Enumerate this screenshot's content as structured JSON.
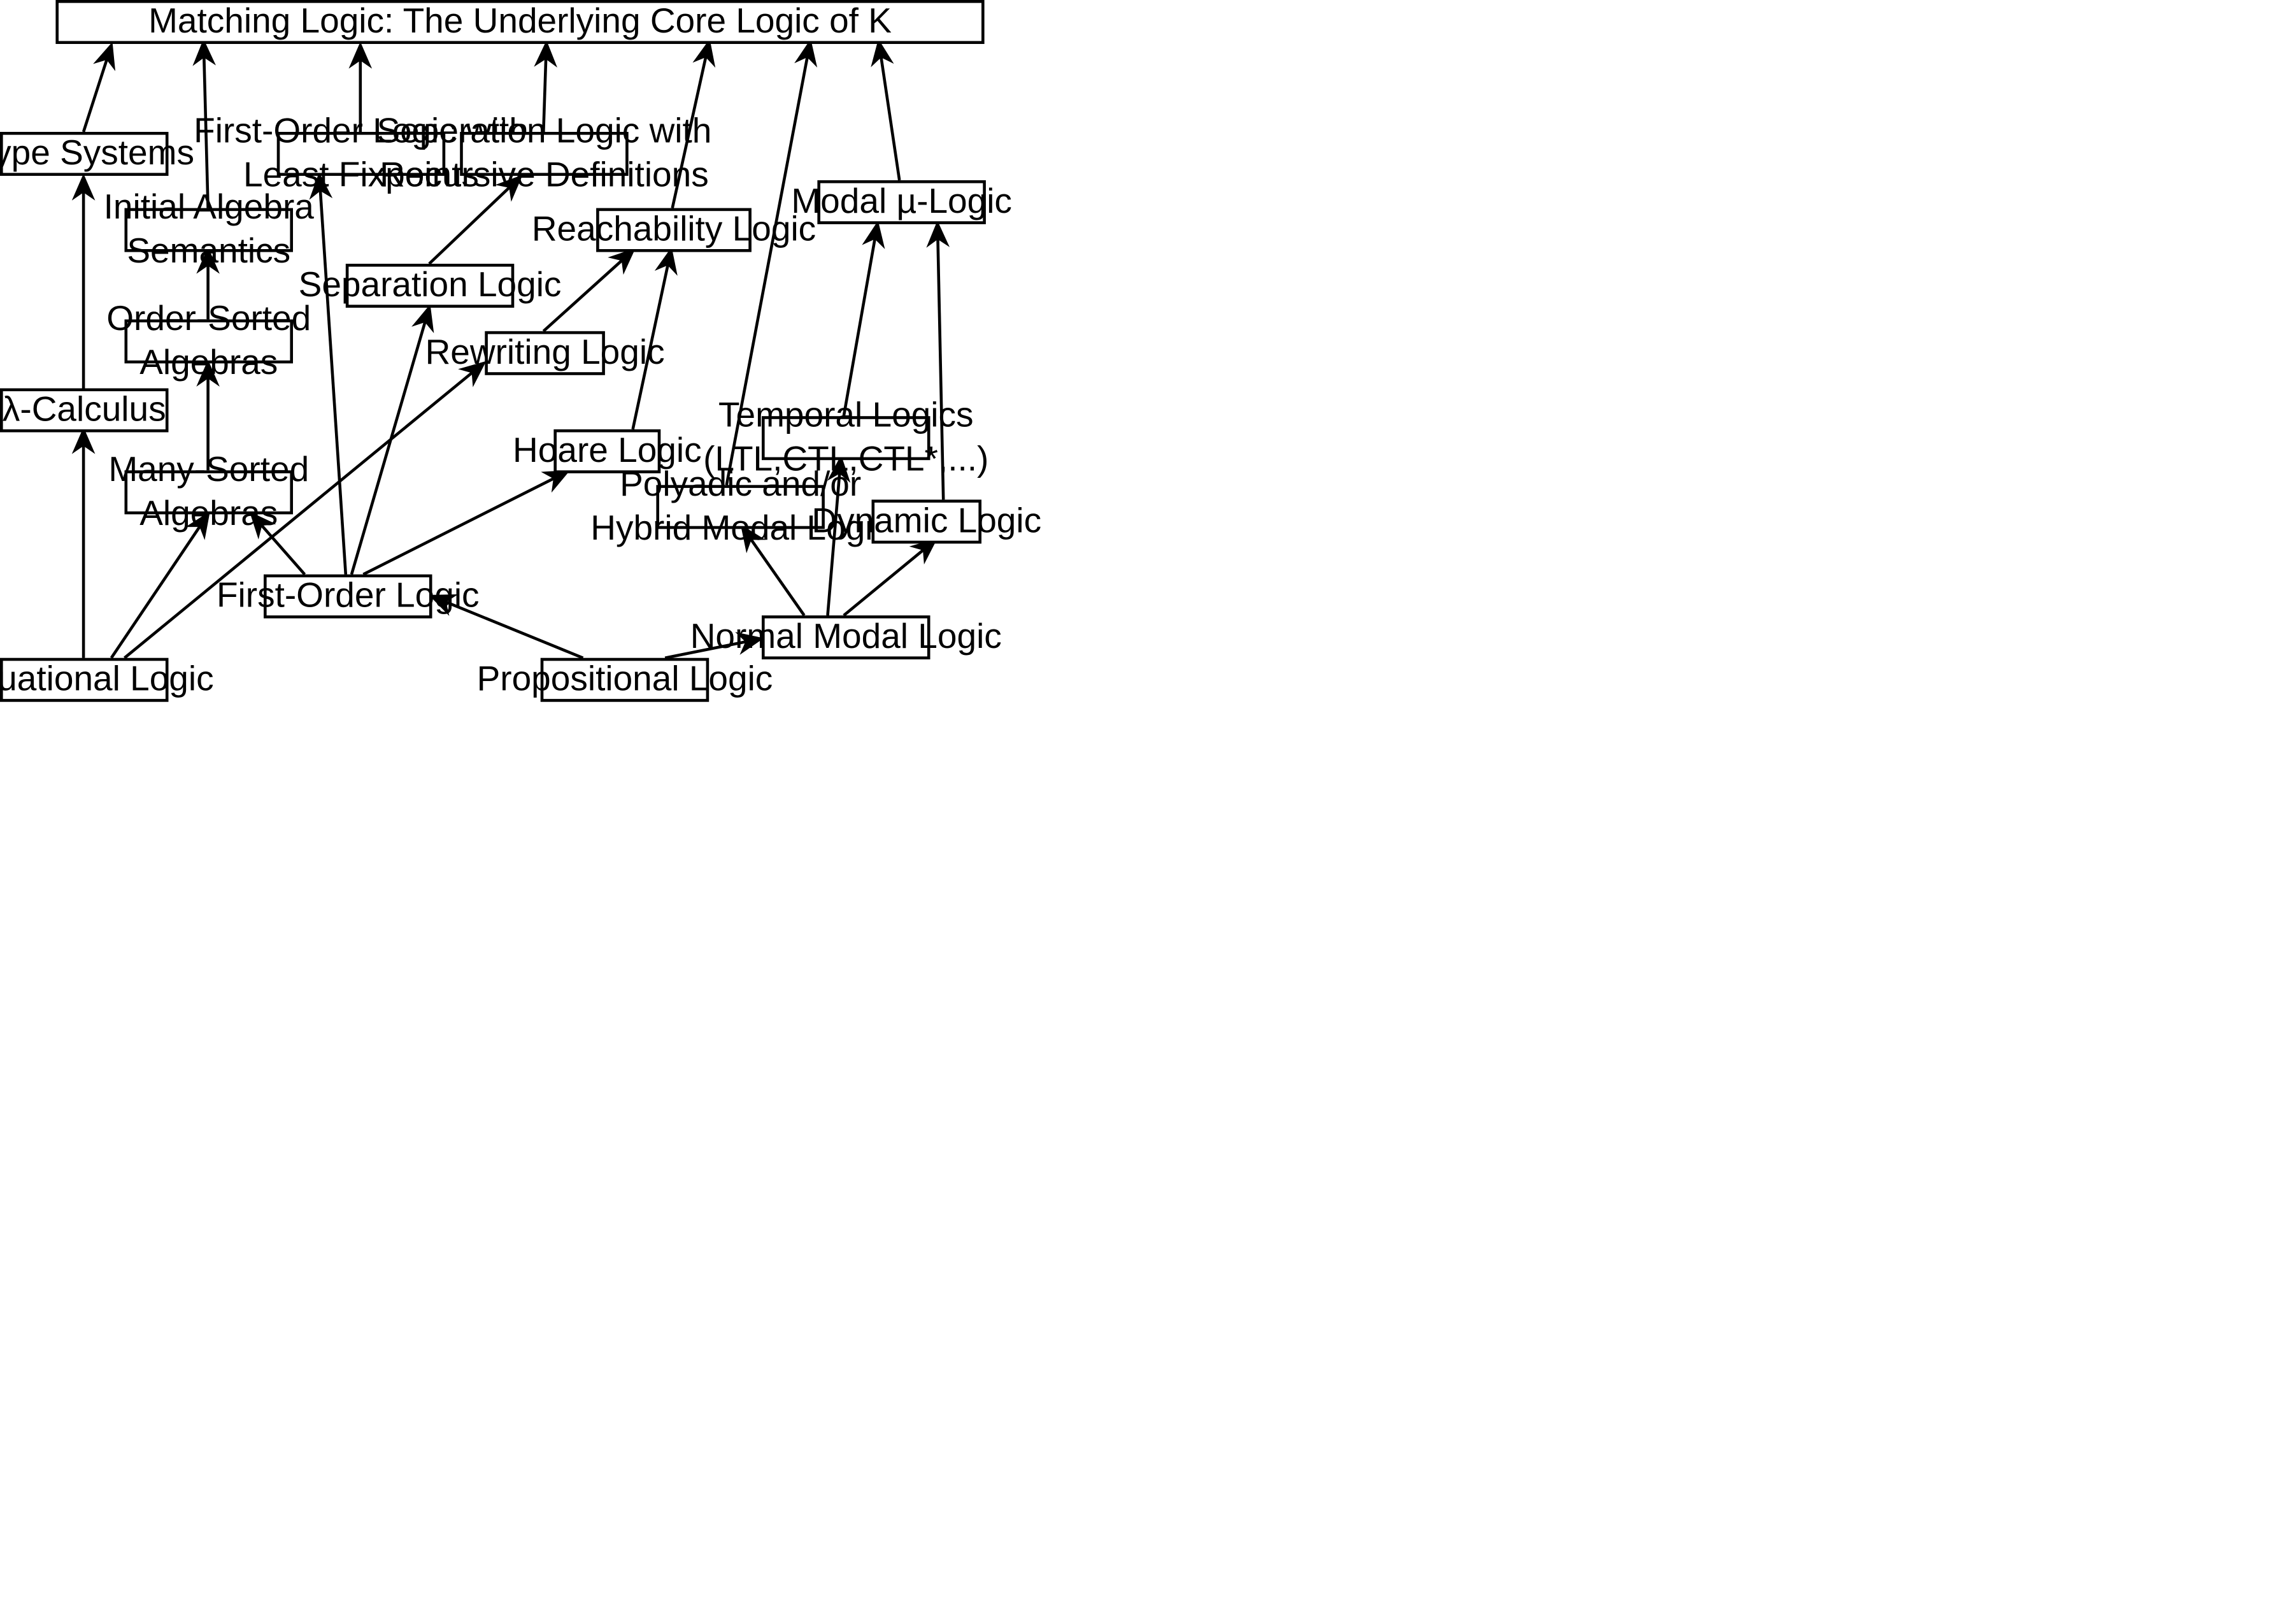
{
  "nodes": [
    {
      "id": "matching",
      "lines": [
        "Matching Logic: The Underlying Core Logic of K"
      ]
    },
    {
      "id": "type_systems",
      "lines": [
        "Type Systems"
      ]
    },
    {
      "id": "fol_lfp",
      "lines": [
        "First-Order Logic with",
        "Least Fixpoints"
      ]
    },
    {
      "id": "sep_rec",
      "lines": [
        "Seperation Logic with",
        "Recursive Definitions"
      ]
    },
    {
      "id": "modal_mu",
      "lines": [
        "Modal µ-Logic"
      ]
    },
    {
      "id": "initial_algebra",
      "lines": [
        "Initial Algebra",
        "Semantics"
      ]
    },
    {
      "id": "reachability",
      "lines": [
        "Reachability Logic"
      ]
    },
    {
      "id": "separation",
      "lines": [
        "Separation Logic"
      ]
    },
    {
      "id": "order_sorted",
      "lines": [
        "Order-Sorted",
        "Algebras"
      ]
    },
    {
      "id": "rewriting",
      "lines": [
        "Rewriting Logic"
      ]
    },
    {
      "id": "lambda",
      "lines": [
        "λ-Calculus"
      ]
    },
    {
      "id": "temporal",
      "lines": [
        "Temporal Logics",
        "(LTL,CTL,CTL*,...)"
      ]
    },
    {
      "id": "hoare",
      "lines": [
        "Hoare Logic"
      ]
    },
    {
      "id": "many_sorted",
      "lines": [
        "Many-Sorted",
        "Algebras"
      ]
    },
    {
      "id": "polyadic",
      "lines": [
        "Polyadic and/or",
        "Hybrid Modal Logic"
      ]
    },
    {
      "id": "dynamic",
      "lines": [
        "Dynamic Logic"
      ]
    },
    {
      "id": "fol",
      "lines": [
        "First-Order Logic"
      ]
    },
    {
      "id": "normal_modal",
      "lines": [
        "Normal Modal Logic"
      ]
    },
    {
      "id": "equational",
      "lines": [
        "Equational Logic"
      ]
    },
    {
      "id": "propositional",
      "lines": [
        "Propositional Logic"
      ]
    }
  ],
  "edges": [
    {
      "from": "type_systems",
      "to": "matching"
    },
    {
      "from": "initial_algebra",
      "to": "matching"
    },
    {
      "from": "fol_lfp",
      "to": "matching"
    },
    {
      "from": "sep_rec",
      "to": "matching"
    },
    {
      "from": "reachability",
      "to": "matching"
    },
    {
      "from": "polyadic",
      "to": "matching"
    },
    {
      "from": "modal_mu",
      "to": "matching"
    },
    {
      "from": "lambda",
      "to": "type_systems"
    },
    {
      "from": "order_sorted",
      "to": "initial_algebra"
    },
    {
      "from": "many_sorted",
      "to": "order_sorted"
    },
    {
      "from": "equational",
      "to": "lambda"
    },
    {
      "from": "equational",
      "to": "many_sorted"
    },
    {
      "from": "equational",
      "to": "rewriting"
    },
    {
      "from": "fol",
      "to": "many_sorted"
    },
    {
      "from": "fol",
      "to": "fol_lfp"
    },
    {
      "from": "fol",
      "to": "separation"
    },
    {
      "from": "fol",
      "to": "hoare"
    },
    {
      "from": "separation",
      "to": "sep_rec"
    },
    {
      "from": "rewriting",
      "to": "reachability"
    },
    {
      "from": "hoare",
      "to": "reachability"
    },
    {
      "from": "propositional",
      "to": "fol"
    },
    {
      "from": "propositional",
      "to": "normal_modal"
    },
    {
      "from": "normal_modal",
      "to": "polyadic"
    },
    {
      "from": "normal_modal",
      "to": "temporal"
    },
    {
      "from": "normal_modal",
      "to": "dynamic"
    },
    {
      "from": "temporal",
      "to": "modal_mu"
    },
    {
      "from": "dynamic",
      "to": "modal_mu"
    }
  ]
}
